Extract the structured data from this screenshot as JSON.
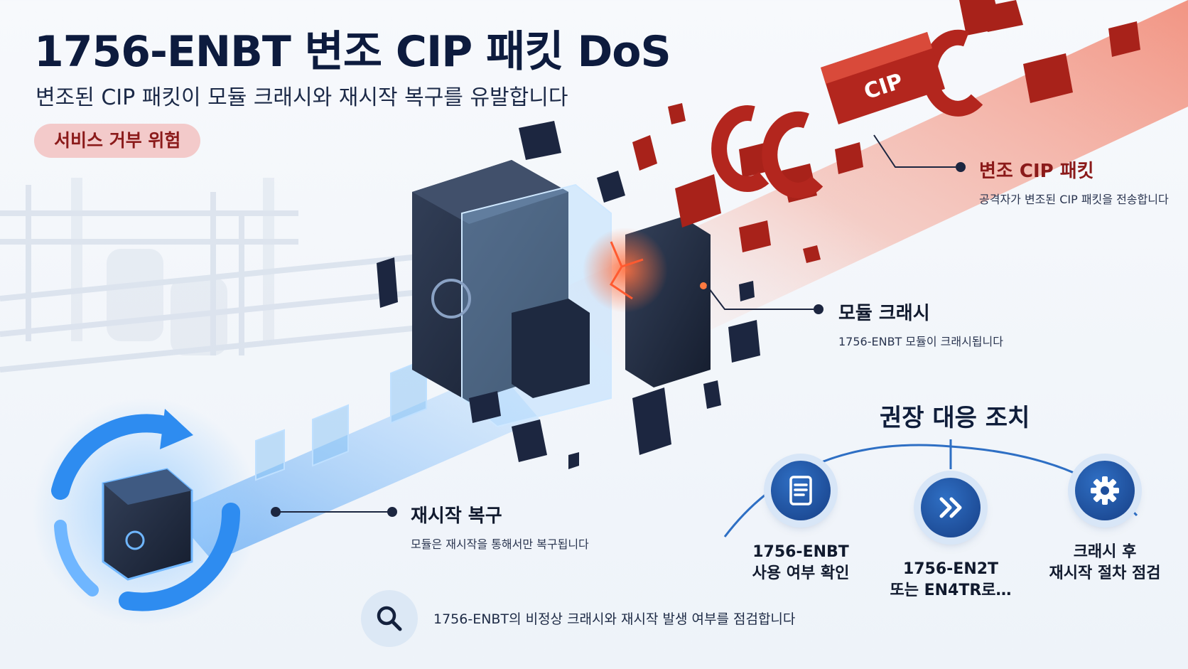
{
  "header": {
    "title": "1756-ENBT 변조 CIP 패킷 DoS",
    "subtitle": "변조된 CIP 패킷이 모듈 크래시와 재시작 복구를 유발합니다",
    "badge": "서비스 거부 위험"
  },
  "packet_label": "CIP",
  "callouts": {
    "packet": {
      "title": "변조 CIP 패킷",
      "desc": "공격자가 변조된 CIP 패킷을 전송합니다"
    },
    "crash": {
      "title": "모듈 크래시",
      "desc": "1756-ENBT 모듈이 크래시됩니다"
    },
    "restart": {
      "title": "재시작 복구",
      "desc": "모듈은 재시작을 통해서만 복구됩니다"
    }
  },
  "recommendations": {
    "title": "권장 대응 조치",
    "steps": [
      {
        "icon": "document-icon",
        "label": "1756-ENBT\n사용 여부 확인"
      },
      {
        "icon": "double-chevron-right-icon",
        "label": "1756-EN2T\n또는 EN4TR로…"
      },
      {
        "icon": "gear-icon",
        "label": "크래시 후\n재시작 절차 점검"
      }
    ]
  },
  "footer_check": "1756-ENBT의 비정상 크래시와 재시작 발생 여부를 점검합니다",
  "colors": {
    "navy": "#0d1b3e",
    "danger_red": "#b3261e",
    "badge_bg": "#f3caca",
    "recovery_blue": "#2e8cf0",
    "step_circle": "#1f4f9c"
  }
}
